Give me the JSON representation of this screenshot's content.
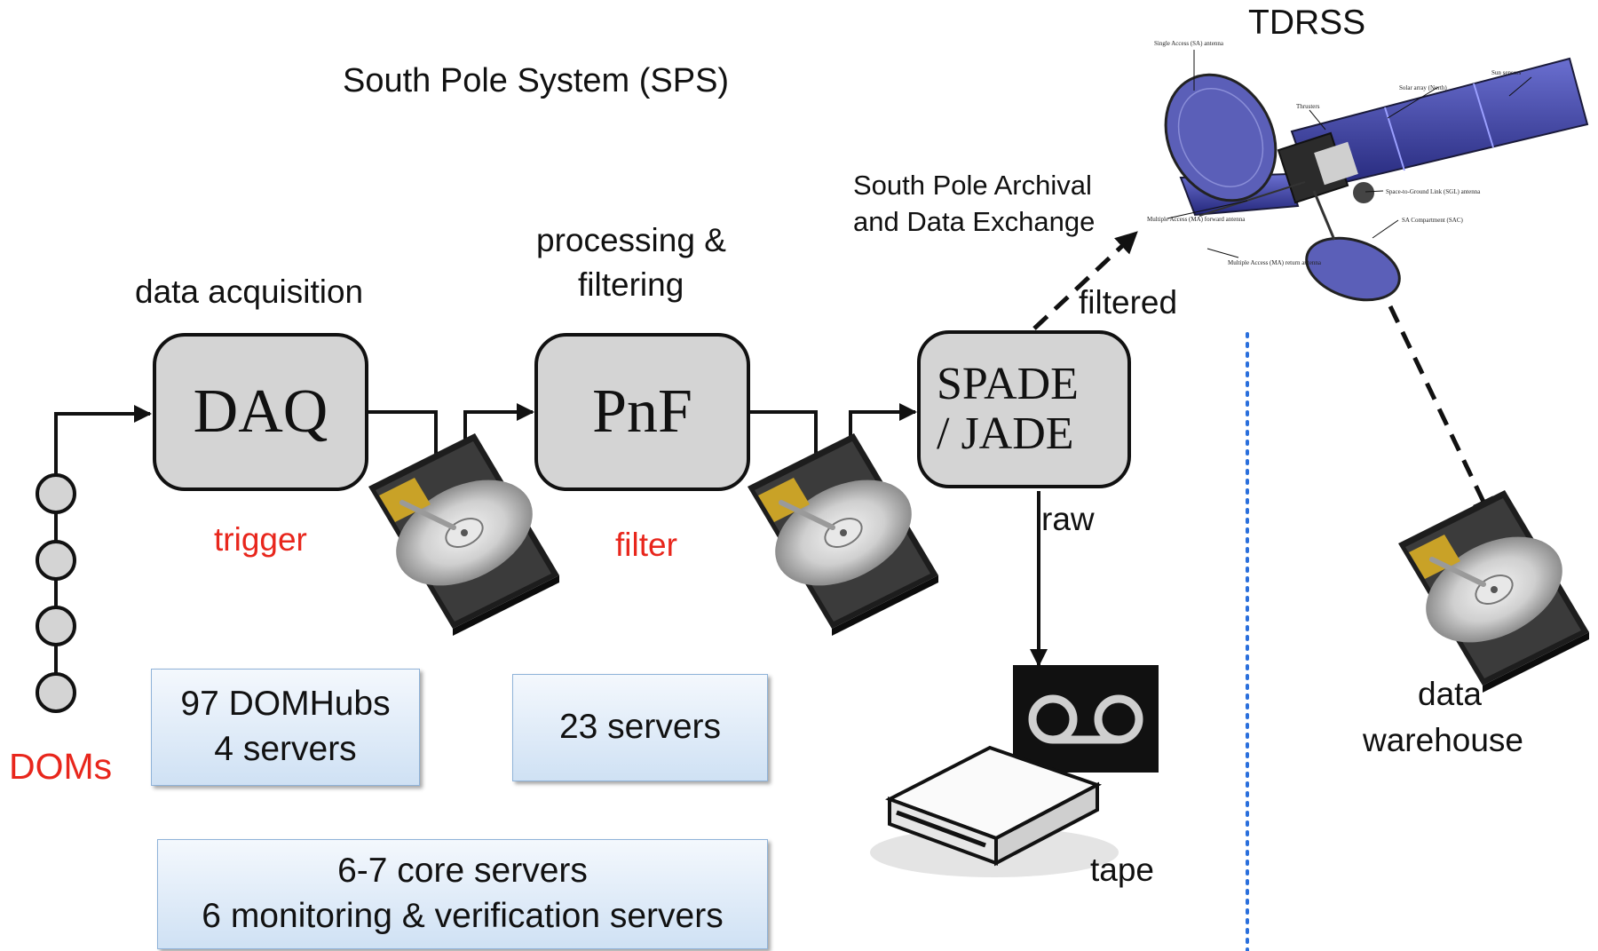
{
  "title": "South Pole System (SPS)",
  "stages": {
    "daq": {
      "heading": "data acquisition",
      "box": "DAQ",
      "sub": "trigger"
    },
    "pnf": {
      "heading_line1": "processing &",
      "heading_line2": "filtering",
      "box": "PnF",
      "sub": "filter"
    },
    "spade": {
      "heading_line1": "South Pole Archival",
      "heading_line2": "and Data Exchange",
      "box_line1": "SPADE",
      "box_line2": "/ JADE"
    }
  },
  "doms_label": "DOMs",
  "flows": {
    "filtered": "filtered",
    "raw": "raw"
  },
  "tdrss": "TDRSS",
  "satellite_labels": [
    "Single Access (SA) antenna",
    "Sun sensors",
    "Solar array (North)",
    "Thrusters",
    "Space-to-Ground Link (SGL) antenna",
    "SA Compartment (SAC)",
    "Multiple Access (MA) forward antenna",
    "Multiple Access (MA) return antenna"
  ],
  "tape_label": "tape",
  "warehouse": {
    "line1": "data",
    "line2": "warehouse"
  },
  "servers": {
    "daq_line1": "97 DOMHubs",
    "daq_line2": "4 servers",
    "pnf": "23 servers",
    "core_line1": "6-7 core servers",
    "core_line2": "6 monitoring & verification servers"
  },
  "colors": {
    "accent_red": "#e8261c",
    "box_fill": "#d4d4d4",
    "divider_blue": "#2a6fdc",
    "satellite_panel": "#3a3d9a"
  }
}
